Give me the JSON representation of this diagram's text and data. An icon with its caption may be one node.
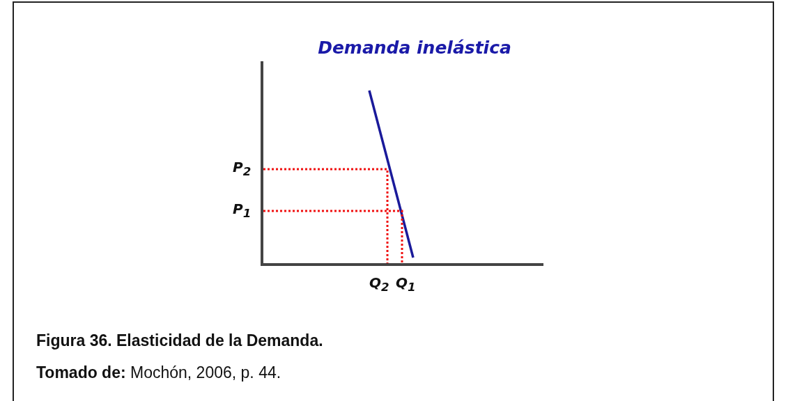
{
  "diagram": {
    "title": "Demanda inelástica",
    "caption": "Figura 36.  Elasticidad de la Demanda.",
    "labels": [
      "P$_{2}$",
      "P$_{1}$",
      "Q$_{2}$",
      "Q$_{1}$",
      "**Tomado de:** Mochón, 2006, p. 44."
    ]
  }
}
